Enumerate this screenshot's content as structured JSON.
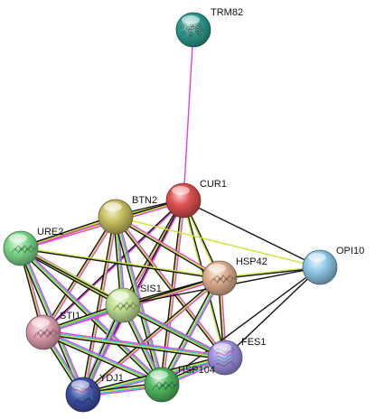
{
  "network": {
    "edge_colors": {
      "experiments": "#e040e0",
      "coexpression": "#111111",
      "textmining": "#c8e632",
      "database": "#35c3d0",
      "neighborhood": "#3cb43c",
      "homology": "#b0a8f0",
      "fusion": "#e84040"
    },
    "nodes": [
      {
        "id": "TRM82",
        "label": "TRM82",
        "color": "#2e9c90",
        "glyph": "cluster"
      },
      {
        "id": "CUR1",
        "label": "CUR1",
        "color": "#e05050",
        "glyph": "none"
      },
      {
        "id": "BTN2",
        "label": "BTN2",
        "color": "#c8c060",
        "glyph": "none"
      },
      {
        "id": "URE2",
        "label": "URE2",
        "color": "#7cd88a",
        "glyph": "leaf"
      },
      {
        "id": "HSP42",
        "label": "HSP42",
        "color": "#e0b090",
        "glyph": "leaf"
      },
      {
        "id": "OPI10",
        "label": "OPI10",
        "color": "#8ec8e8",
        "glyph": "none"
      },
      {
        "id": "SIS1",
        "label": "SIS1",
        "color": "#c0e090",
        "glyph": "leaf"
      },
      {
        "id": "STI1",
        "label": "STI1",
        "color": "#e0a0b0",
        "glyph": "leaf"
      },
      {
        "id": "FES1",
        "label": "FES1",
        "color": "#a090e0",
        "glyph": "ribbon"
      },
      {
        "id": "HSP104",
        "label": "HSP104",
        "color": "#50b860",
        "glyph": "leaf"
      },
      {
        "id": "YDJ1",
        "label": "YDJ1",
        "color": "#4050a8",
        "glyph": "ribbon"
      }
    ],
    "edges": [
      {
        "from": "TRM82",
        "to": "CUR1",
        "types": [
          "experiments"
        ]
      },
      {
        "from": "CUR1",
        "to": "BTN2",
        "types": [
          "experiments",
          "textmining",
          "coexpression"
        ]
      },
      {
        "from": "CUR1",
        "to": "URE2",
        "types": [
          "experiments",
          "textmining",
          "coexpression"
        ]
      },
      {
        "from": "CUR1",
        "to": "OPI10",
        "types": [
          "coexpression"
        ]
      },
      {
        "from": "CUR1",
        "to": "HSP42",
        "types": [
          "coexpression",
          "textmining"
        ]
      },
      {
        "from": "CUR1",
        "to": "SIS1",
        "types": [
          "experiments",
          "textmining",
          "coexpression"
        ]
      },
      {
        "from": "CUR1",
        "to": "STI1",
        "types": [
          "experiments",
          "coexpression"
        ]
      },
      {
        "from": "CUR1",
        "to": "FES1",
        "types": [
          "coexpression",
          "textmining"
        ]
      },
      {
        "from": "CUR1",
        "to": "HSP104",
        "types": [
          "experiments",
          "textmining",
          "coexpression"
        ]
      },
      {
        "from": "CUR1",
        "to": "YDJ1",
        "types": [
          "experiments",
          "coexpression"
        ]
      },
      {
        "from": "BTN2",
        "to": "URE2",
        "types": [
          "experiments",
          "textmining",
          "coexpression"
        ]
      },
      {
        "from": "BTN2",
        "to": "HSP42",
        "types": [
          "experiments",
          "textmining",
          "coexpression"
        ]
      },
      {
        "from": "BTN2",
        "to": "OPI10",
        "types": [
          "textmining"
        ]
      },
      {
        "from": "BTN2",
        "to": "SIS1",
        "types": [
          "experiments",
          "database",
          "textmining",
          "coexpression"
        ]
      },
      {
        "from": "BTN2",
        "to": "STI1",
        "types": [
          "experiments",
          "textmining",
          "coexpression"
        ]
      },
      {
        "from": "BTN2",
        "to": "FES1",
        "types": [
          "experiments",
          "textmining",
          "coexpression"
        ]
      },
      {
        "from": "BTN2",
        "to": "HSP104",
        "types": [
          "experiments",
          "database",
          "textmining",
          "coexpression"
        ]
      },
      {
        "from": "BTN2",
        "to": "YDJ1",
        "types": [
          "experiments",
          "textmining",
          "coexpression"
        ]
      },
      {
        "from": "URE2",
        "to": "HSP42",
        "types": [
          "textmining",
          "coexpression"
        ]
      },
      {
        "from": "URE2",
        "to": "SIS1",
        "types": [
          "experiments",
          "database",
          "textmining",
          "coexpression"
        ]
      },
      {
        "from": "URE2",
        "to": "STI1",
        "types": [
          "experiments",
          "textmining",
          "coexpression"
        ]
      },
      {
        "from": "URE2",
        "to": "FES1",
        "types": [
          "textmining",
          "coexpression"
        ]
      },
      {
        "from": "URE2",
        "to": "HSP104",
        "types": [
          "experiments",
          "database",
          "textmining",
          "coexpression"
        ]
      },
      {
        "from": "URE2",
        "to": "YDJ1",
        "types": [
          "experiments",
          "database",
          "textmining",
          "coexpression"
        ]
      },
      {
        "from": "HSP42",
        "to": "OPI10",
        "types": [
          "textmining",
          "coexpression"
        ]
      },
      {
        "from": "HSP42",
        "to": "SIS1",
        "types": [
          "experiments",
          "textmining",
          "coexpression"
        ]
      },
      {
        "from": "HSP42",
        "to": "STI1",
        "types": [
          "experiments",
          "textmining",
          "coexpression"
        ]
      },
      {
        "from": "HSP42",
        "to": "FES1",
        "types": [
          "experiments",
          "textmining",
          "coexpression"
        ]
      },
      {
        "from": "HSP42",
        "to": "HSP104",
        "types": [
          "experiments",
          "database",
          "textmining",
          "coexpression"
        ]
      },
      {
        "from": "HSP42",
        "to": "YDJ1",
        "types": [
          "experiments",
          "textmining",
          "coexpression"
        ]
      },
      {
        "from": "OPI10",
        "to": "SIS1",
        "types": [
          "coexpression"
        ]
      },
      {
        "from": "OPI10",
        "to": "FES1",
        "types": [
          "coexpression"
        ]
      },
      {
        "from": "OPI10",
        "to": "HSP104",
        "types": [
          "coexpression"
        ]
      },
      {
        "from": "SIS1",
        "to": "STI1",
        "types": [
          "experiments",
          "database",
          "textmining",
          "coexpression"
        ]
      },
      {
        "from": "SIS1",
        "to": "FES1",
        "types": [
          "experiments",
          "database",
          "textmining",
          "coexpression"
        ]
      },
      {
        "from": "SIS1",
        "to": "HSP104",
        "types": [
          "experiments",
          "database",
          "textmining",
          "coexpression"
        ]
      },
      {
        "from": "SIS1",
        "to": "YDJ1",
        "types": [
          "experiments",
          "database",
          "textmining",
          "coexpression",
          "homology"
        ]
      },
      {
        "from": "STI1",
        "to": "FES1",
        "types": [
          "experiments",
          "database",
          "textmining",
          "coexpression"
        ]
      },
      {
        "from": "STI1",
        "to": "HSP104",
        "types": [
          "experiments",
          "database",
          "textmining",
          "coexpression"
        ]
      },
      {
        "from": "STI1",
        "to": "YDJ1",
        "types": [
          "experiments",
          "database",
          "textmining",
          "coexpression"
        ]
      },
      {
        "from": "FES1",
        "to": "HSP104",
        "types": [
          "experiments",
          "database",
          "textmining",
          "coexpression"
        ]
      },
      {
        "from": "FES1",
        "to": "YDJ1",
        "types": [
          "experiments",
          "database",
          "textmining",
          "coexpression"
        ]
      },
      {
        "from": "HSP104",
        "to": "YDJ1",
        "types": [
          "experiments",
          "database",
          "textmining",
          "coexpression"
        ]
      }
    ]
  }
}
